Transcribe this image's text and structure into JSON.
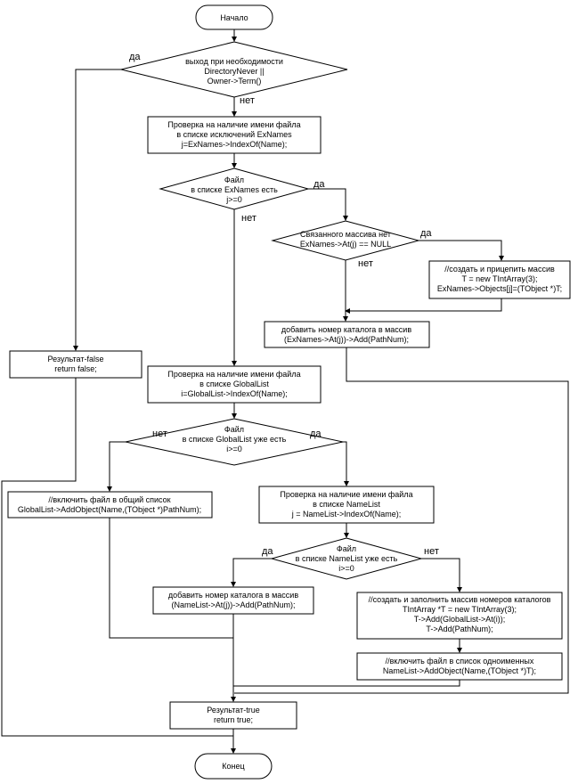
{
  "start": "Начало",
  "end": "Конец",
  "d1": [
    "выход при необходимости",
    "DirectoryNever ||",
    "Owner->Term()"
  ],
  "d1_yes": "да",
  "d1_no": "нет",
  "p1": [
    "Проверка на наличие имени файла",
    "в списке исключений ExNames",
    "j=ExNames->IndexOf(Name);"
  ],
  "d2": [
    "Файл",
    "в списке ExNames есть",
    "j>=0"
  ],
  "d2_yes": "да",
  "d2_no": "нет",
  "d3": [
    "Связанного массива нет",
    "ExNames->At(j) == NULL"
  ],
  "d3_yes": "да",
  "d3_no": "нет",
  "p2": [
    "//создать и прицепить массив",
    "T = new TIntArray(3);",
    "ExNames->Objects[j]=(TObject *)T;"
  ],
  "p3": [
    "добавить номер каталога в массив",
    "(ExNames->At(j))->Add(PathNum);"
  ],
  "pf": [
    "Результат-false",
    "return false;"
  ],
  "p4": [
    "Проверка на наличие имени файла",
    "в списке GlobalList",
    "i=GlobalList->IndexOf(Name);"
  ],
  "d4": [
    "Файл",
    "в списке GlobalList уже есть",
    "i>=0"
  ],
  "d4_yes": "да",
  "d4_no": "нет",
  "p5": [
    "//включить файл в общий список",
    "GlobalList->AddObject(Name,(TObject *)PathNum);"
  ],
  "p6": [
    "Проверка на наличие имени файла",
    "в списке NameList",
    "j = NameList->IndexOf(Name);"
  ],
  "d5": [
    "Файл",
    "в списке NameList уже есть",
    "i>=0"
  ],
  "d5_yes": "да",
  "d5_no": "нет",
  "p7": [
    "добавить номер каталога в массив",
    "(NameList->At(j))->Add(PathNum);"
  ],
  "p8": [
    "//создать и заполнить массив номеров каталогов",
    "TIntArray *T = new TIntArray(3);",
    "T->Add(GlobalList->At(i));",
    "T->Add(PathNum);"
  ],
  "p9": [
    "//включить файл в список одноименных",
    "NameList->AddObject(Name,(TObject *)T);"
  ],
  "pt": [
    "Результат-true",
    "return true;"
  ]
}
